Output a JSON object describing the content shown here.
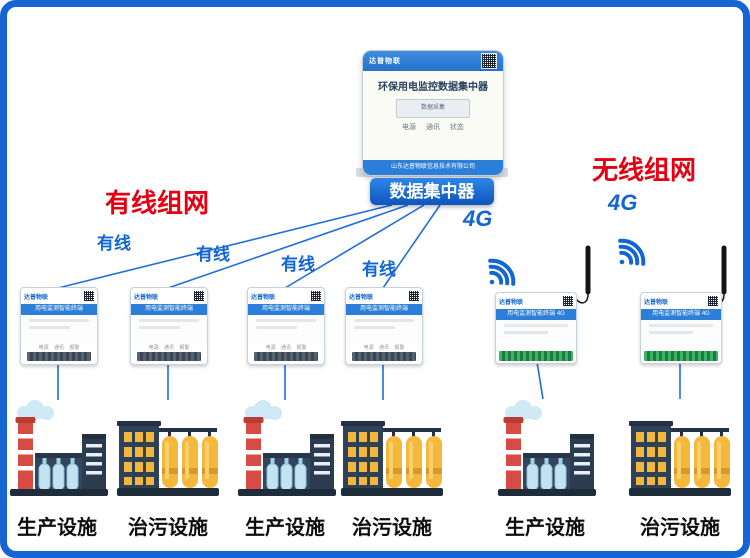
{
  "scene": {
    "wired_group_title": "有线组网",
    "wireless_group_title": "无线组网",
    "link_label": "有线",
    "tech_label": "4G"
  },
  "concentrator": {
    "brand": "达普物联",
    "device_title": "环保用电监控数据集中器",
    "screen_text": "数据采集",
    "indicators": "电源 通讯 状态",
    "company": "山东达普物联信息技术有限公司",
    "tag": "数据集中器"
  },
  "meter": {
    "brand": "达普物联",
    "wired_title": "用电监测智能终端",
    "wireless_title": "用电监测智能终端 4G",
    "indicators": "电源 通讯 报警"
  },
  "facilities": [
    {
      "type": "production",
      "label": "生产设施"
    },
    {
      "type": "treatment",
      "label": "治污设施"
    },
    {
      "type": "production",
      "label": "生产设施"
    },
    {
      "type": "treatment",
      "label": "治污设施"
    },
    {
      "type": "production",
      "label": "生产设施"
    },
    {
      "type": "treatment",
      "label": "治污设施"
    }
  ],
  "colors": {
    "frame_blue": "#1464d2",
    "line_blue": "#1e6ee0",
    "accent_red": "#e60012",
    "accent_blue": "#1266d3",
    "terminal_green": "#2f9e52"
  }
}
